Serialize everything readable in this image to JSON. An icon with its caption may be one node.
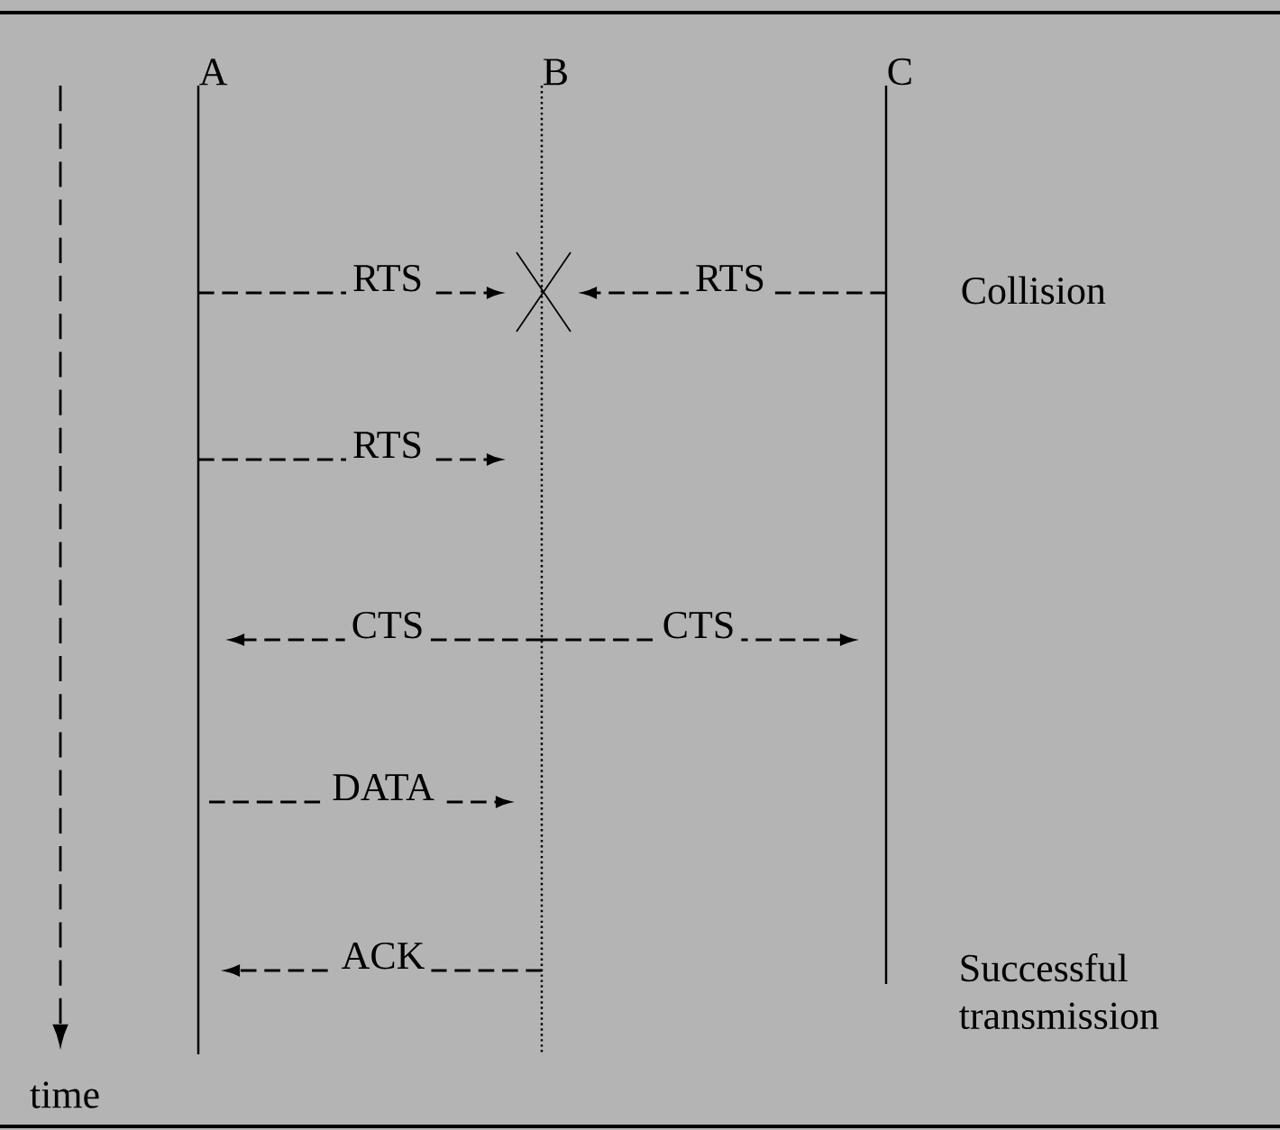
{
  "diagram": {
    "nodes": [
      {
        "text": [
          "A"
        ]
      },
      {
        "text": [
          "B"
        ]
      },
      {
        "text": [
          "C"
        ]
      }
    ],
    "edges": [
      {
        "from": 0,
        "to": 1,
        "arrow": "to",
        "label": "RTS",
        "style": "dashed"
      },
      {
        "from": 2,
        "to": 1,
        "arrow": "to",
        "label": "RTS",
        "style": "dashed"
      },
      {
        "from": 0,
        "to": 1,
        "arrow": "to",
        "label": "RTS",
        "style": "dashed"
      },
      {
        "from": 1,
        "to": 0,
        "arrow": "to",
        "label": "CTS",
        "style": "dashed"
      },
      {
        "from": 1,
        "to": 2,
        "arrow": "to",
        "label": "CTS",
        "style": "dashed"
      },
      {
        "from": 0,
        "to": 1,
        "arrow": "to",
        "label": "DATA",
        "style": "dashed"
      },
      {
        "from": 1,
        "to": 0,
        "arrow": "to",
        "label": "ACK",
        "style": "dashed"
      }
    ],
    "labels": [
      "Collision",
      "Successful transmission",
      "time"
    ]
  }
}
